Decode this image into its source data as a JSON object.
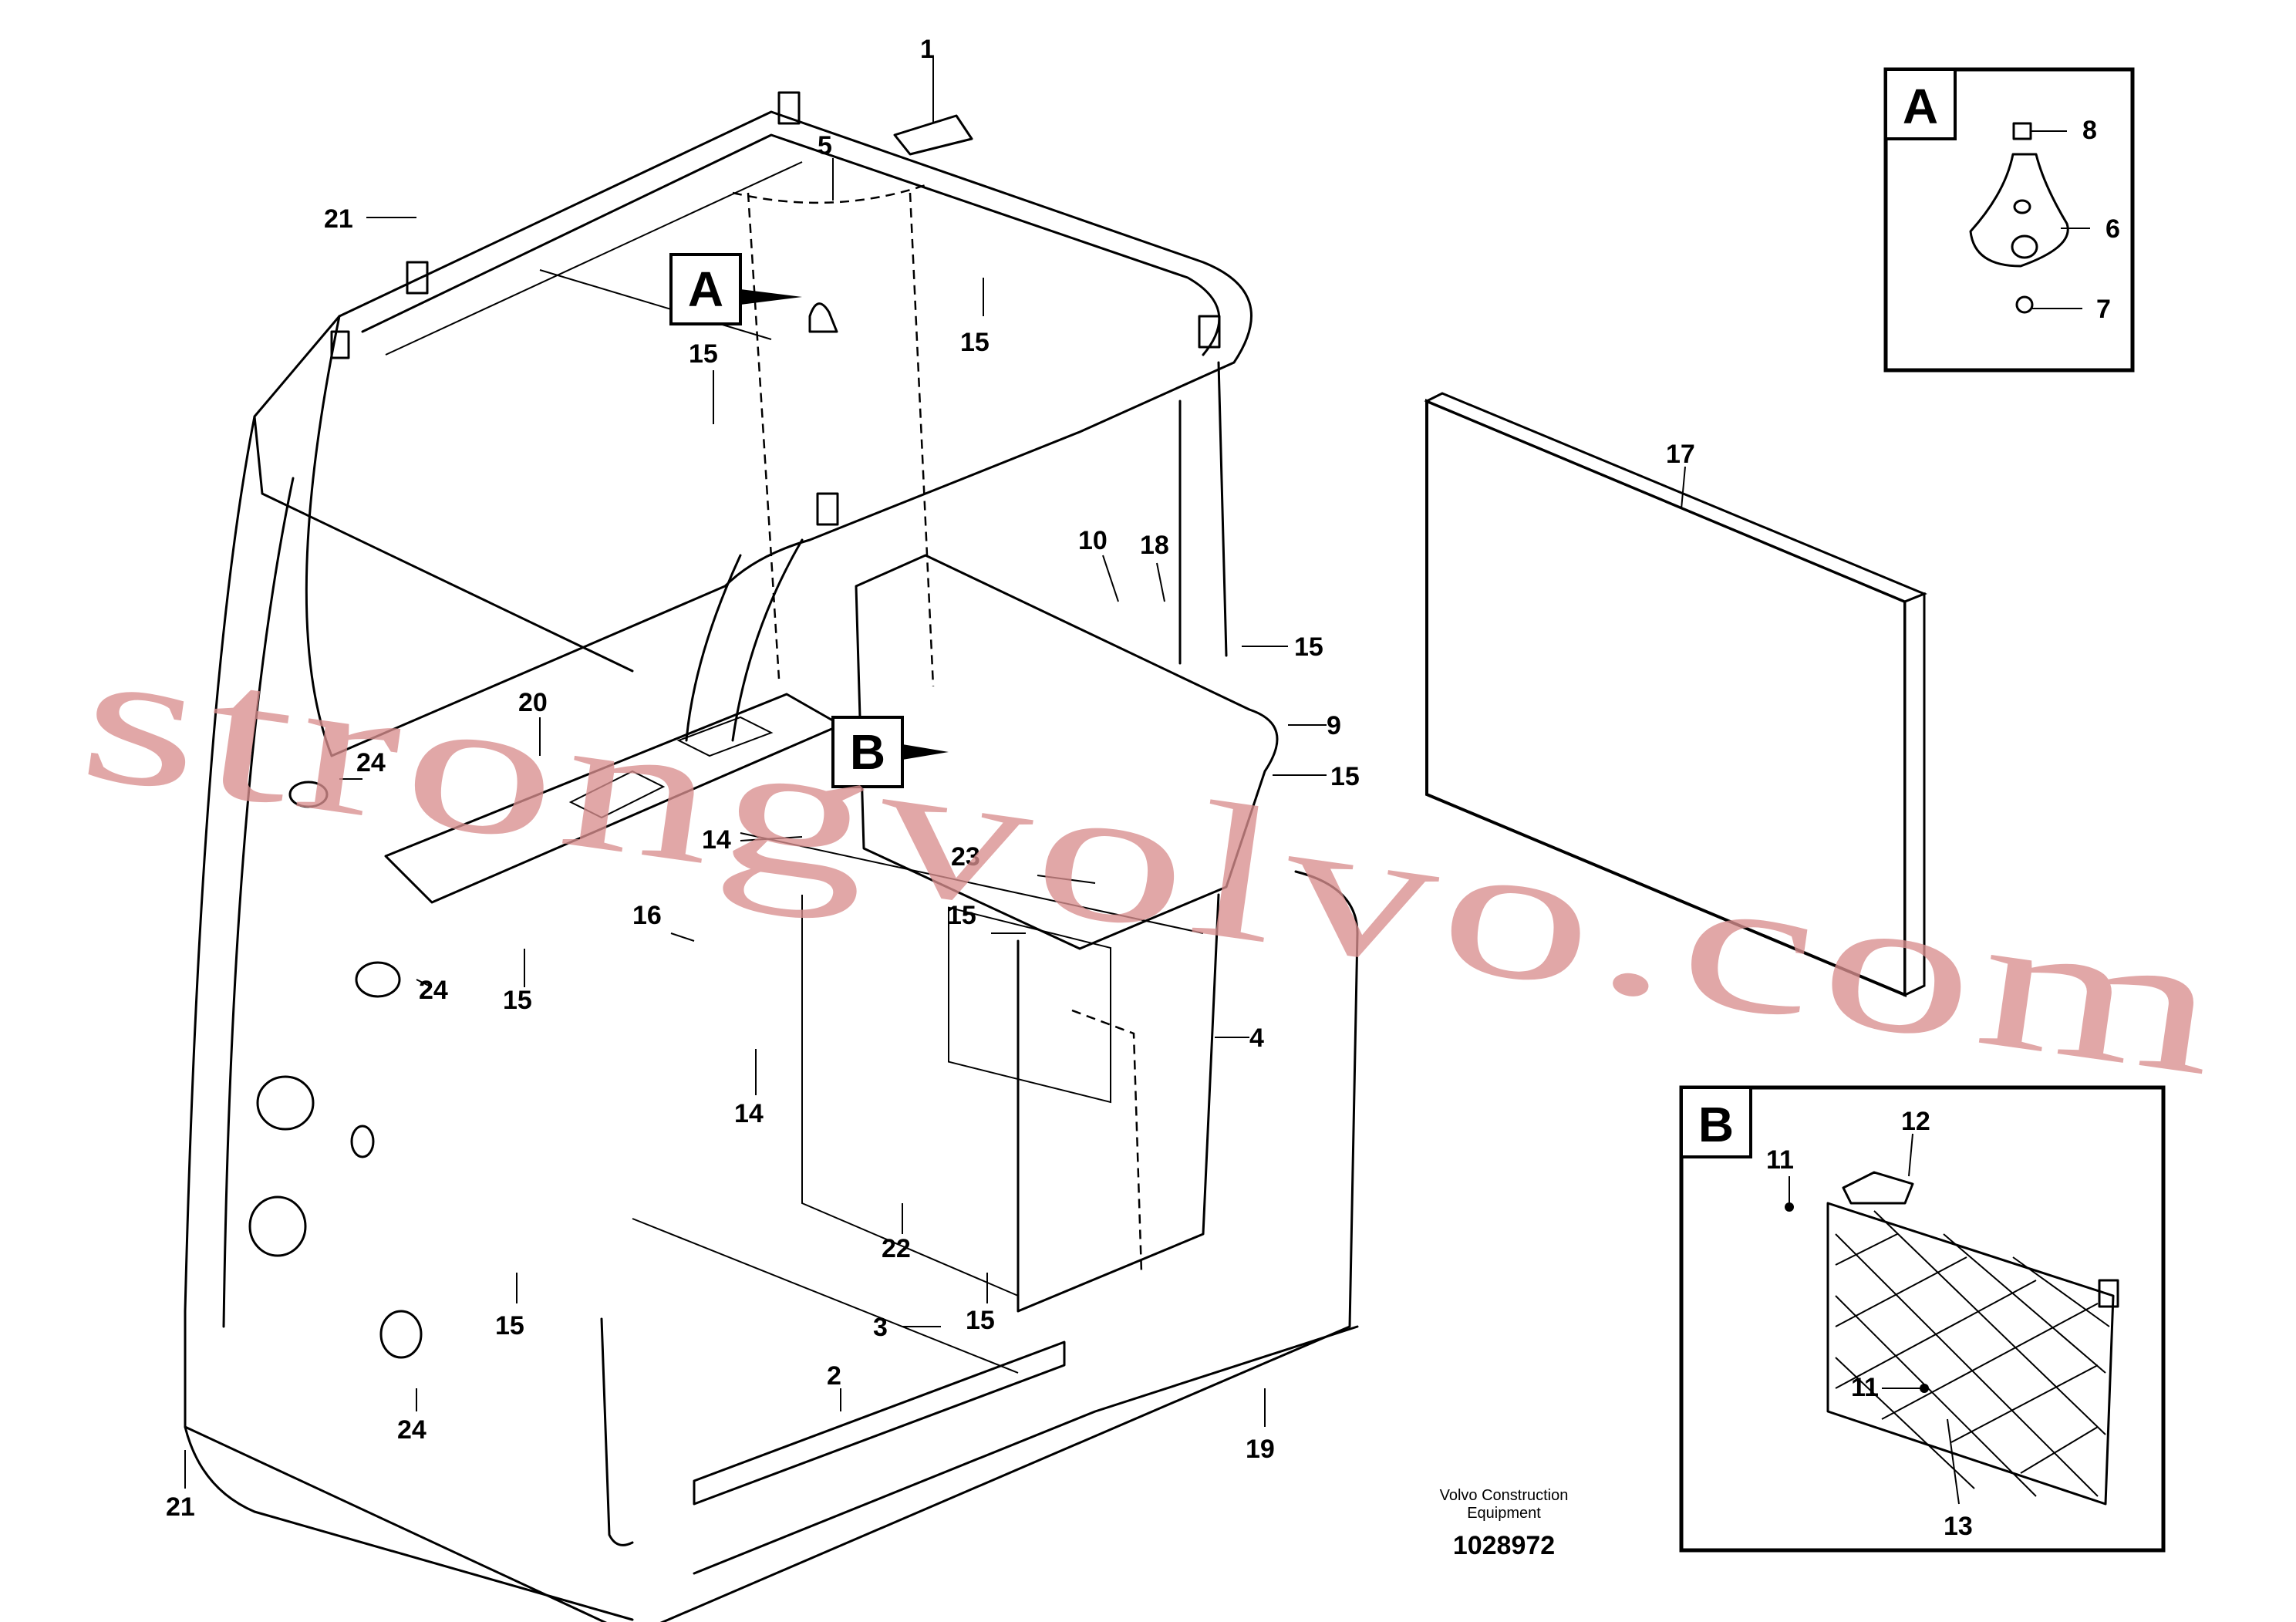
{
  "callouts": {
    "c1": "1",
    "c5": "5",
    "c21_top": "21",
    "c15_roof_right": "15",
    "c15_roof_left": "15",
    "c10": "10",
    "c18": "18",
    "c15_right_a": "15",
    "c9": "9",
    "c15_right_b": "15",
    "c20": "20",
    "c24_top": "24",
    "c14_upper": "14",
    "c23": "23",
    "c16": "16",
    "c15_center": "15",
    "c24_mid": "24",
    "c15_left": "15",
    "c4": "4",
    "c14_lower": "14",
    "c22": "22",
    "c15_lower_center": "15",
    "c15_lower_left": "15",
    "c3": "3",
    "c2": "2",
    "c24_bottom": "24",
    "c19": "19",
    "c21_bottom": "21",
    "c17": "17"
  },
  "view_markers": {
    "a": "A",
    "b": "B"
  },
  "inset_a": {
    "letter": "A",
    "c8": "8",
    "c6": "6",
    "c7": "7"
  },
  "inset_b": {
    "letter": "B",
    "c11_top": "11",
    "c12": "12",
    "c11_bottom": "11",
    "c13": "13"
  },
  "footer": {
    "company_line1": "Volvo Construction",
    "company_line2": "Equipment",
    "doc_number": "1028972"
  },
  "watermark": {
    "text": "strongvolvo.com",
    "color": "#d98f8f"
  },
  "icons": {
    "marker_a": "view-a-marker-icon",
    "marker_b": "view-b-marker-icon"
  }
}
